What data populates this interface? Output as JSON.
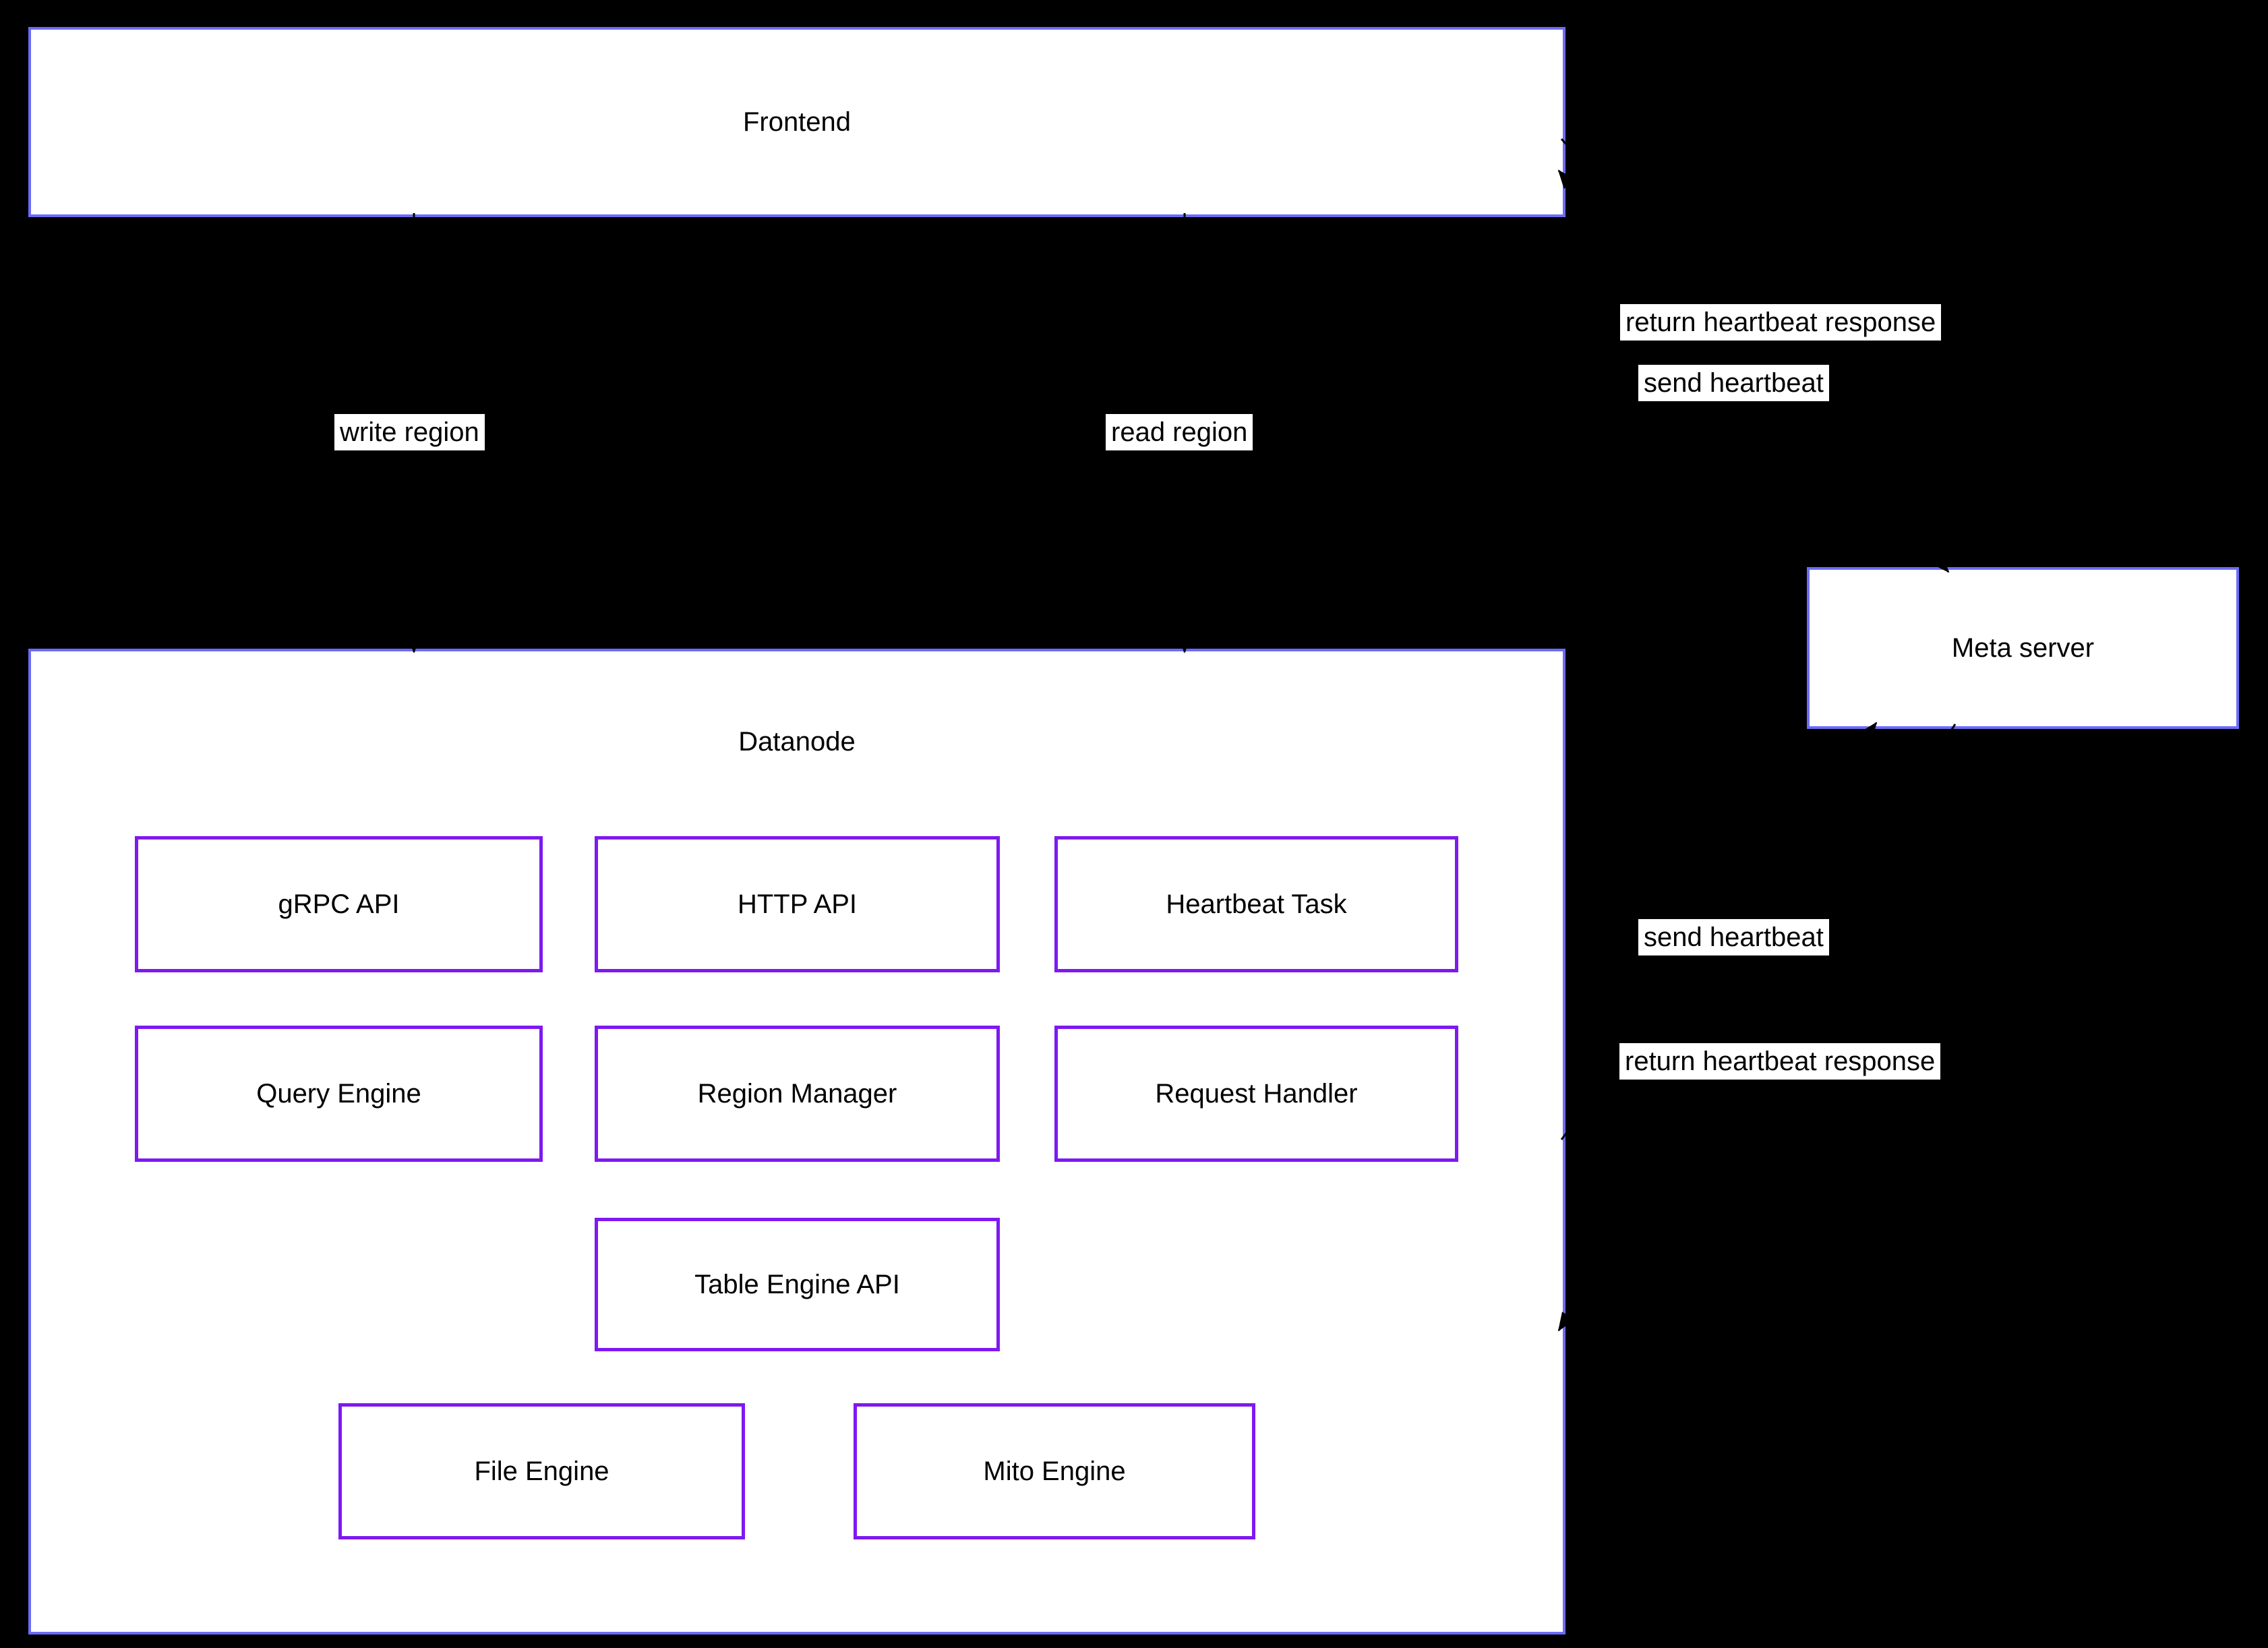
{
  "diagram": {
    "nodes": {
      "frontend": {
        "label": "Frontend"
      },
      "datanode": {
        "label": "Datanode"
      },
      "meta_server": {
        "label": "Meta server"
      },
      "grpc_api": {
        "label": "gRPC API"
      },
      "http_api": {
        "label": "HTTP API"
      },
      "heartbeat_task": {
        "label": "Heartbeat Task"
      },
      "query_engine": {
        "label": "Query Engine"
      },
      "region_manager": {
        "label": "Region Manager"
      },
      "request_handler": {
        "label": "Request Handler"
      },
      "table_engine_api": {
        "label": "Table Engine API"
      },
      "file_engine": {
        "label": "File Engine"
      },
      "mito_engine": {
        "label": "Mito Engine"
      }
    },
    "edge_labels": {
      "write_region": "write region",
      "read_region": "read region",
      "frontend_send_heartbeat": "send heartbeat",
      "frontend_return_heartbeat": "return heartbeat response",
      "datanode_send_heartbeat": "send heartbeat",
      "datanode_return_heartbeat": "return heartbeat response"
    },
    "colors": {
      "background": "#000000",
      "container_border": "#6C6CF8",
      "component_border": "#7E19F0",
      "node_fill": "#FFFFFF",
      "text": "#000000",
      "arrow": "#000000"
    }
  }
}
